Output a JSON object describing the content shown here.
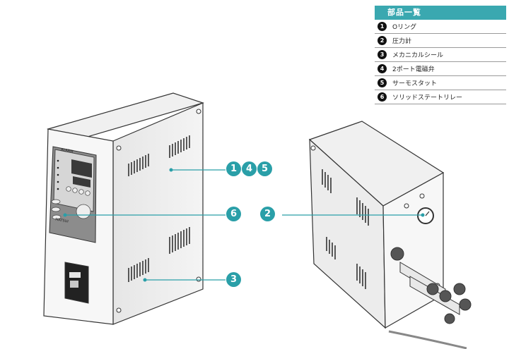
{
  "legend": {
    "title": "部品一覧",
    "items": [
      {
        "num": "1",
        "label": "Oリング"
      },
      {
        "num": "2",
        "label": "圧力計"
      },
      {
        "num": "3",
        "label": "メカニカルシール"
      },
      {
        "num": "4",
        "label": "2ポート電磁弁"
      },
      {
        "num": "5",
        "label": "サーモスタット"
      },
      {
        "num": "6",
        "label": "ソリッドステートリレー"
      }
    ]
  },
  "callouts": {
    "c1": "1",
    "c4": "4",
    "c5": "5",
    "c6": "6",
    "c2": "2",
    "c3": "3"
  },
  "panel": {
    "alarm": "ALARM",
    "logo": "MATSUI"
  },
  "colors": {
    "accent": "#2a9fa8",
    "header": "#3aa8b0",
    "line": "#2a9fa8"
  }
}
